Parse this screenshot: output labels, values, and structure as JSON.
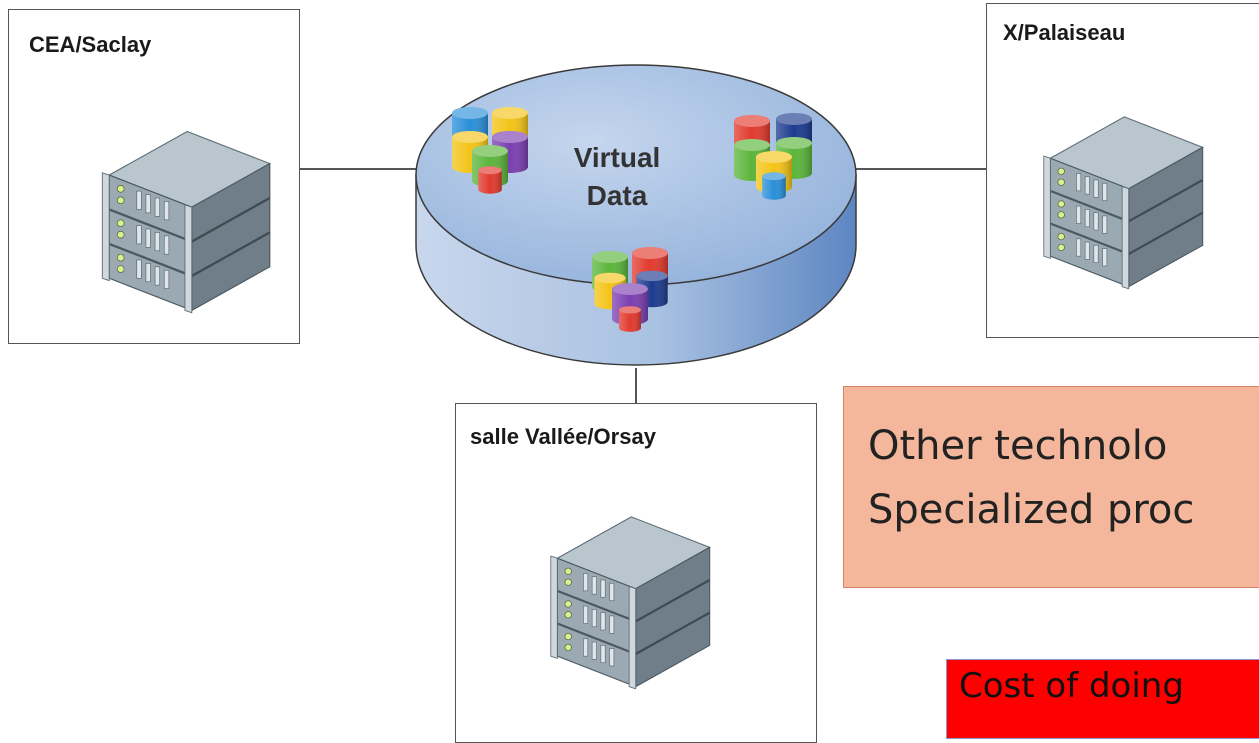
{
  "diagram": {
    "hub": {
      "label_line1": "Virtual",
      "label_line2": "Data"
    },
    "sites": [
      {
        "name": "CEA/Saclay"
      },
      {
        "name": "X/Palaiseau"
      },
      {
        "name": "salle Vallée/Orsay"
      }
    ],
    "callout": {
      "line1": "Other technolo",
      "line2": "Specialized proc"
    },
    "cost_label": "Cost of doing"
  },
  "colors": {
    "hub_top": "#a9c3e4",
    "hub_side": "#7fa3d2",
    "callout_fill": "#f4b79c",
    "cost_fill": "#ff0000",
    "db_red": "#e23a2e",
    "db_blue": "#2a8fd8",
    "db_yellow": "#f3c417",
    "db_green": "#5bb53b",
    "db_purple": "#7b3fb0",
    "db_navy": "#1d3b8f"
  }
}
